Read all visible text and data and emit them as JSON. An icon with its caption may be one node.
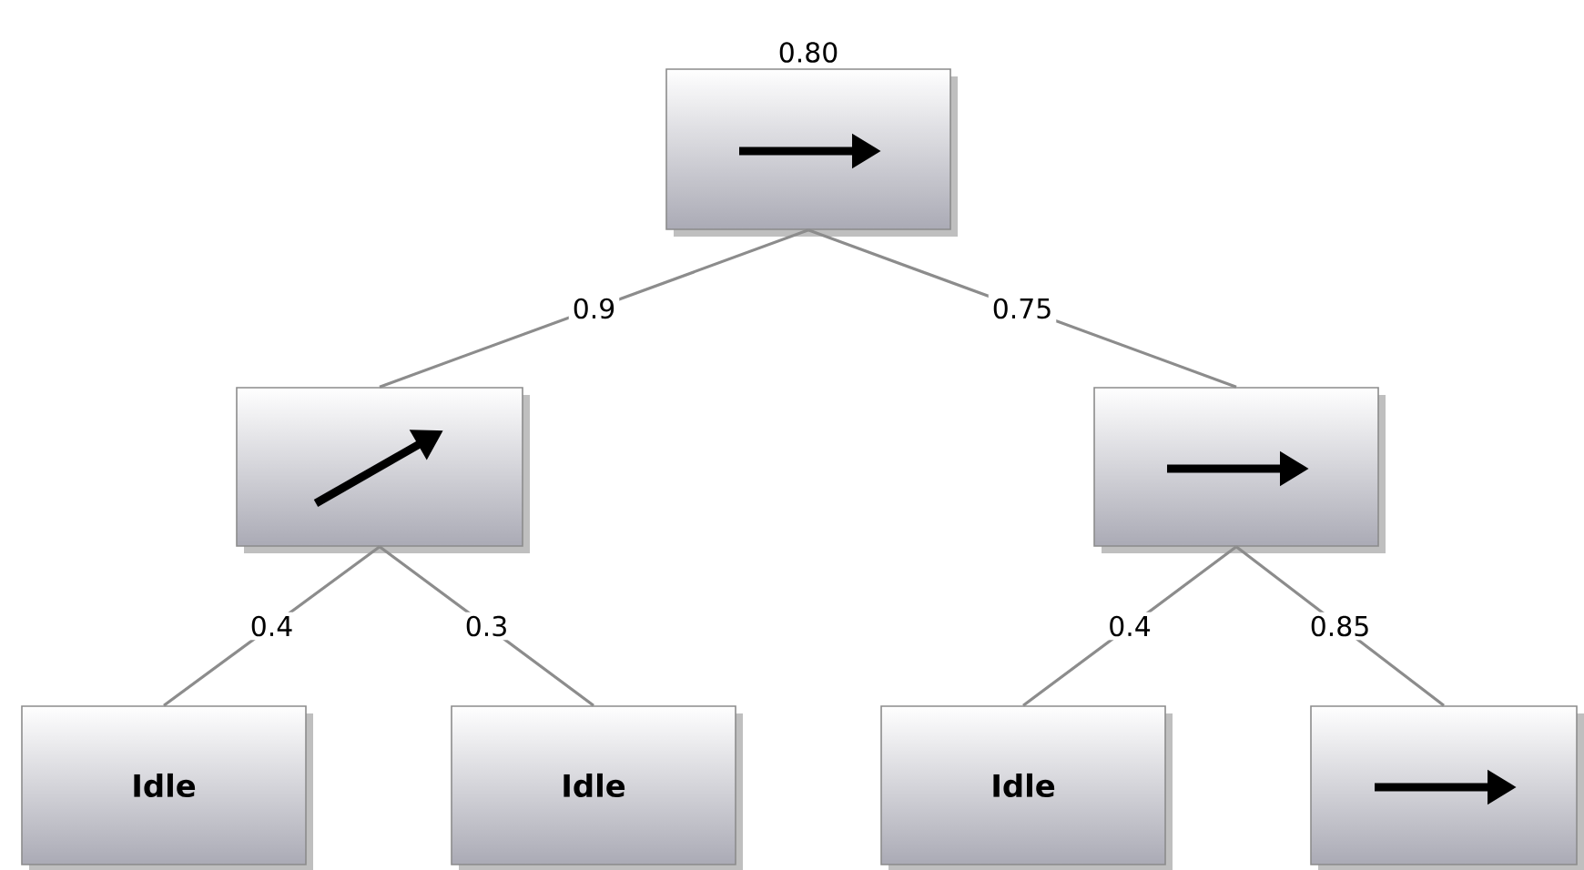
{
  "diagram": {
    "nodes": [
      {
        "text": [],
        "shape": "box",
        "beside": [
          "0.80"
        ]
      },
      {
        "text": [],
        "shape": "box"
      },
      {
        "text": [],
        "shape": "box"
      },
      {
        "text": [
          "Idle"
        ]
      },
      {
        "text": [
          "Idle"
        ]
      },
      {
        "text": [
          "Idle"
        ]
      },
      {
        "text": [],
        "shape": "box"
      }
    ],
    "edges": [
      {
        "from": 0,
        "to": 1,
        "arrow": "none",
        "label": "0.9"
      },
      {
        "from": 0,
        "to": 2,
        "arrow": "none",
        "label": "0.75"
      },
      {
        "from": 1,
        "to": 3,
        "arrow": "none",
        "label": "0.4"
      },
      {
        "from": 1,
        "to": 4,
        "arrow": "none",
        "label": "0.3"
      },
      {
        "from": 2,
        "to": 5,
        "arrow": "none",
        "label": "0.4"
      },
      {
        "from": 2,
        "to": 6,
        "arrow": "none",
        "label": "0.85"
      }
    ]
  }
}
